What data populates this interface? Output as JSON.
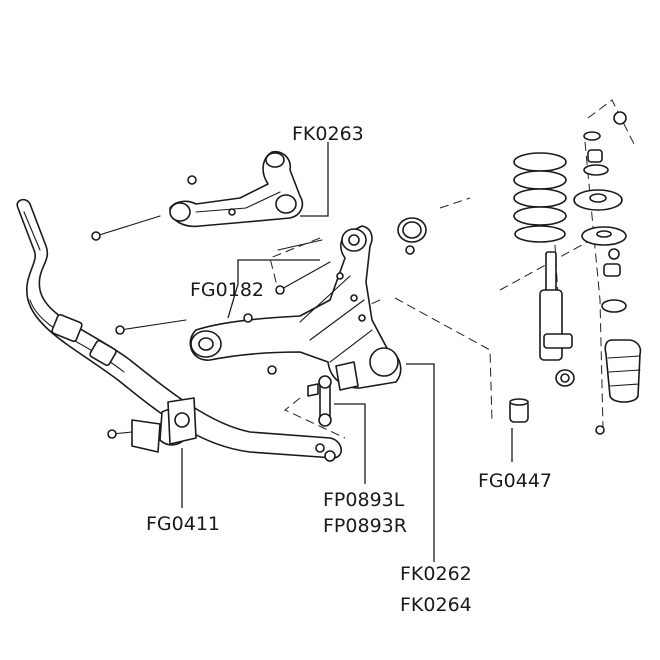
{
  "callouts": {
    "upper_arm": "FK0263",
    "upper_arm_bush": "FG0182",
    "stabilizer_bush": "FG0411",
    "stabilizer_link_left": "FP0893L",
    "stabilizer_link_right": "FP0893R",
    "lower_arm_1": "FK0262",
    "lower_arm_2": "FK0264",
    "shock_bush": "FG0447"
  }
}
